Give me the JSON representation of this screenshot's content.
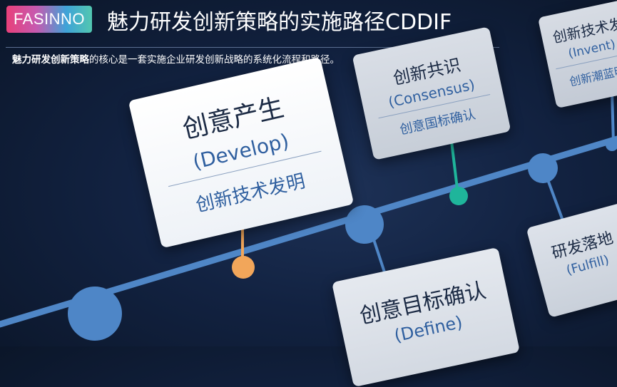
{
  "header": {
    "logo_text": "FASINNO",
    "title": "魅力研发创新策略的实施路径CDDIF",
    "subtitle_bold": "魅力研发创新策略",
    "subtitle_rest": "的核心是一套实施企业研发创新战略的系统化流程和路径。"
  },
  "cards": {
    "develop": {
      "zh": "创意产生",
      "en": "(Develop)",
      "desc": "创新技术发明"
    },
    "consensus": {
      "zh": "创新共识",
      "en": "(Consensus)",
      "desc": "创意国标确认"
    },
    "invent": {
      "zh": "创新技术发",
      "en": "(Invent)",
      "desc": "创新潮蓝明"
    },
    "fulfill": {
      "zh": "研发落地",
      "en": "(Fulfill)"
    },
    "define": {
      "zh": "创意目标确认",
      "en": "(Define)"
    }
  },
  "colors": {
    "timeline": "#4f86c6",
    "node_blue": "#4e86c7",
    "node_orange": "#f2a65a",
    "node_teal": "#1fb59b",
    "logo_gradient": [
      "#e8407a",
      "#3fa3d8",
      "#52c7b0"
    ]
  }
}
